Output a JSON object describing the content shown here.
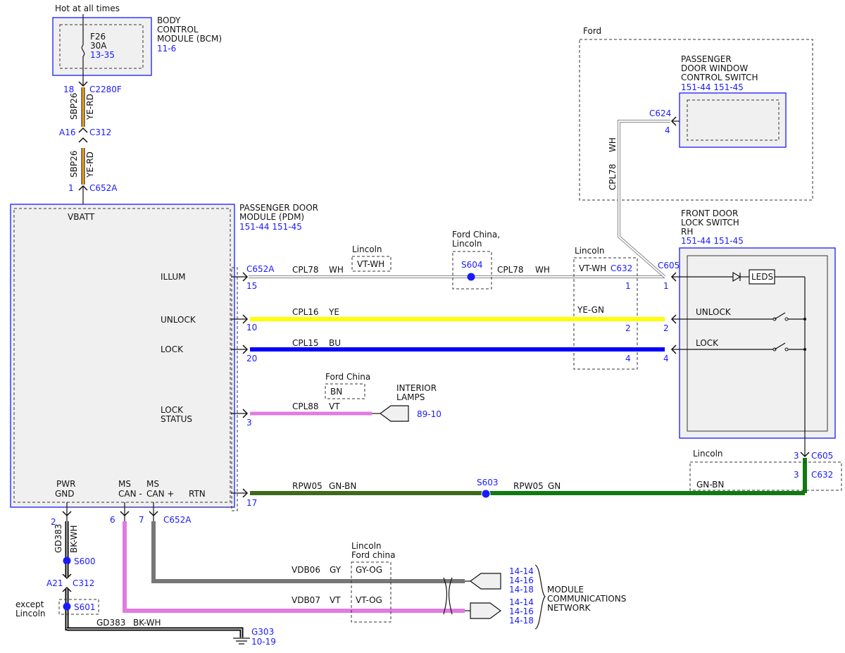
{
  "colors": {
    "blue_ref": "#1a1aff",
    "module_fill": "#f0f0f0",
    "ye_rd": "#f5a623",
    "wh": "#ffffff",
    "ye": "#ffff00",
    "bu": "#0000ff",
    "vt": "#e07be0",
    "gn_bn": "#3e6b1a",
    "gn": "#0f7a0f",
    "gy": "#777777",
    "bk_wh": "#000000"
  },
  "bcm": {
    "hot_label": "Hot at all times",
    "name_lines": [
      "BODY",
      "CONTROL",
      "MODULE (BCM)"
    ],
    "ref": "11-6",
    "fuse_name": "F26",
    "fuse_rating": "30A",
    "fuse_ref": "13-35"
  },
  "connectors": {
    "c2280f_pin": "18",
    "c2280f": "C2280F",
    "c312_pin_a": "A16",
    "c312_a": "C312",
    "c652a_pin_top": "1",
    "c652a_top": "C652A",
    "c652a_illum": "C652A",
    "pin_15": "15",
    "pin_10": "10",
    "pin_20": "20",
    "pin_3_ls": "3",
    "pin_17": "17",
    "c632": "C632",
    "c632_pin1": "1",
    "c632_pin2": "2",
    "c632_pin4": "4",
    "c605": "C605",
    "c605_pin1": "1",
    "c605_pin2": "2",
    "c605_pin4": "4",
    "c624": "C624",
    "c624_pin": "4",
    "c605_b_pin": "3",
    "c605_b": "C605",
    "c632_b_pin": "3",
    "c632_b": "C632",
    "pin_2_gnd": "2",
    "pin_6": "6",
    "pin_7": "7",
    "c652a_bottom": "C652A",
    "c312_pin_b": "A21",
    "c312_b": "C312"
  },
  "wires": {
    "sbp26": "SBP26",
    "ye_rd": "YE-RD",
    "cpl78": "CPL78",
    "wh": "WH",
    "vt_wh": "VT-WH",
    "cpl16": "CPL16",
    "ye": "YE",
    "ye_gn": "YE-GN",
    "cpl15": "CPL15",
    "bu": "BU",
    "cpl88": "CPL88",
    "vt": "VT",
    "bn": "BN",
    "rpw05": "RPW05",
    "gn_bn": "GN-BN",
    "gn": "GN",
    "vdb06": "VDB06",
    "gy": "GY",
    "gy_og": "GY-OG",
    "vdb07": "VDB07",
    "vt_og": "VT-OG",
    "gd383": "GD383",
    "bk_wh": "BK-WH"
  },
  "pdm": {
    "name_lines": [
      "PASSENGER DOOR",
      "MODULE (PDM)"
    ],
    "refs": "151-44  151-45",
    "vbatt": "VBATT",
    "illum": "ILLUM",
    "unlock": "UNLOCK",
    "lock": "LOCK",
    "lock_status": [
      "LOCK",
      "STATUS"
    ],
    "pwr_gnd": [
      "PWR",
      "GND"
    ],
    "ms_can_minus": [
      "MS",
      "CAN -"
    ],
    "ms_can_plus": [
      "MS",
      "CAN +"
    ],
    "rtn": "RTN"
  },
  "variants": {
    "lincoln": "Lincoln",
    "ford_china_lincoln": [
      "Ford China,",
      "Lincoln"
    ],
    "ford_china": "Ford China",
    "lincoln_ford_china": [
      "Lincoln",
      "Ford china"
    ],
    "ford": "Ford",
    "except_lincoln": [
      "except",
      "Lincoln"
    ]
  },
  "splices": {
    "s604": "S604",
    "s603": "S603",
    "s600": "S600",
    "s601": "S601"
  },
  "window_switch": {
    "name_lines": [
      "PASSENGER",
      "DOOR WINDOW",
      "CONTROL SWITCH"
    ],
    "refs": "151-44  151-45"
  },
  "lock_switch": {
    "name_lines": [
      "FRONT DOOR",
      "LOCK SWITCH",
      "RH"
    ],
    "refs": "151-44  151-45",
    "leds": "LEDS",
    "unlock": "UNLOCK",
    "lock": "LOCK"
  },
  "interior_lamps": {
    "name_lines": [
      "INTERIOR",
      "LAMPS"
    ],
    "ref": "89-10"
  },
  "network": {
    "name_lines": [
      "MODULE",
      "COMMUNICATIONS",
      "NETWORK"
    ],
    "refs_a": [
      "14-14",
      "14-16",
      "14-18"
    ],
    "refs_b": [
      "14-14",
      "14-16",
      "14-18"
    ]
  },
  "ground": {
    "name": "G303",
    "ref": "10-19"
  }
}
